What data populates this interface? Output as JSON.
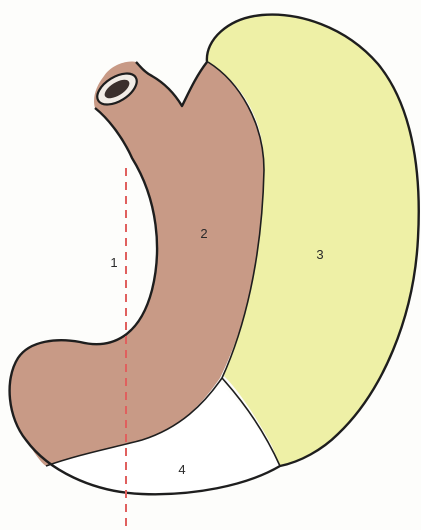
{
  "diagram": {
    "regions": [
      {
        "id": "region-1",
        "label": "1",
        "color": "#fdfdfb"
      },
      {
        "id": "region-2",
        "label": "2",
        "color": "#c89a86"
      },
      {
        "id": "region-3",
        "label": "3",
        "color": "#eef0a6"
      },
      {
        "id": "region-4",
        "label": "4",
        "color": "#ffffff"
      }
    ],
    "outline_color": "#1e1e1e",
    "divider_line_color": "#e0605e",
    "divider_line_style": "dashed"
  }
}
